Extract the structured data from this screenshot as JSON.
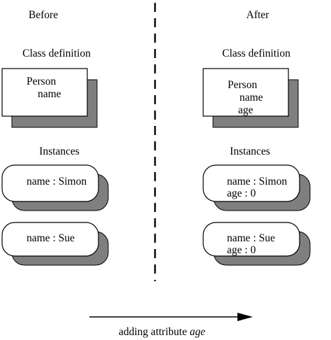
{
  "before": {
    "heading": "Before",
    "class_label": "Class definition",
    "class_lines": [
      "Person",
      "name"
    ],
    "instances_label": "Instances",
    "instances": [
      {
        "lines": [
          "name : Simon"
        ]
      },
      {
        "lines": [
          "name : Sue"
        ]
      }
    ]
  },
  "after": {
    "heading": "After",
    "class_label": "Class definition",
    "class_lines": [
      "Person",
      "name",
      "age"
    ],
    "instances_label": "Instances",
    "instances": [
      {
        "lines": [
          "name : Simon",
          "age : 0"
        ]
      },
      {
        "lines": [
          "name : Sue",
          "age : 0"
        ]
      }
    ]
  },
  "arrow": {
    "caption": "adding attribute",
    "caption_emphasis": "age"
  },
  "colors": {
    "shadow": "#7f7f7f",
    "stroke": "#000000",
    "fill": "#ffffff"
  }
}
